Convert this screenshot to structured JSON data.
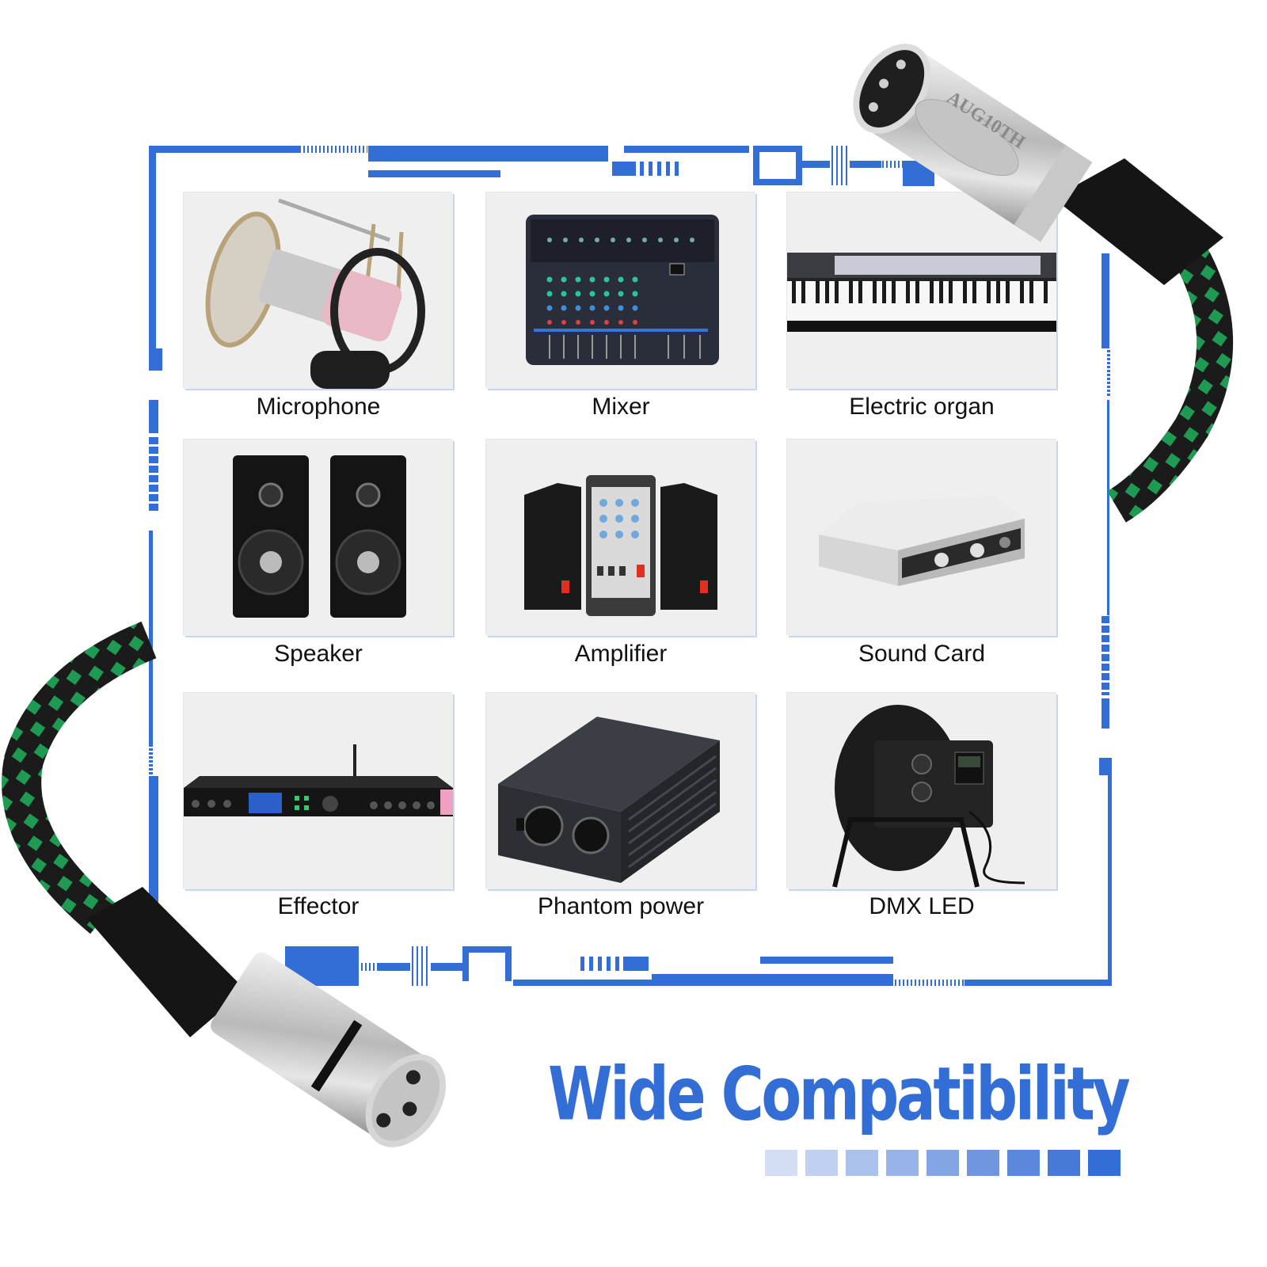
{
  "brand": {
    "logo_text": "AUG10TH"
  },
  "grid": {
    "items": [
      {
        "label": "Microphone",
        "icon": "microphone-image"
      },
      {
        "label": "Mixer",
        "icon": "mixer-image"
      },
      {
        "label": "Electric organ",
        "icon": "electric-organ-image"
      },
      {
        "label": "Speaker",
        "icon": "speaker-image"
      },
      {
        "label": "Amplifier",
        "icon": "amplifier-image"
      },
      {
        "label": "Sound Card",
        "icon": "sound-card-image"
      },
      {
        "label": "Effector",
        "icon": "effector-image"
      },
      {
        "label": "Phantom power",
        "icon": "phantom-power-image"
      },
      {
        "label": "DMX LED",
        "icon": "dmx-led-image"
      }
    ]
  },
  "headline": {
    "text": "Wide Compatibility"
  },
  "colors": {
    "accent": "#336ed6",
    "cable_green": "#1e9a52",
    "cable_black": "#1a1a1a",
    "gradient_squares": [
      "#d3def5",
      "#bfd0f0",
      "#abc2ec",
      "#97b3e8",
      "#83a5e3",
      "#6f96df",
      "#5b88da",
      "#477ad6",
      "#336ed6"
    ]
  }
}
